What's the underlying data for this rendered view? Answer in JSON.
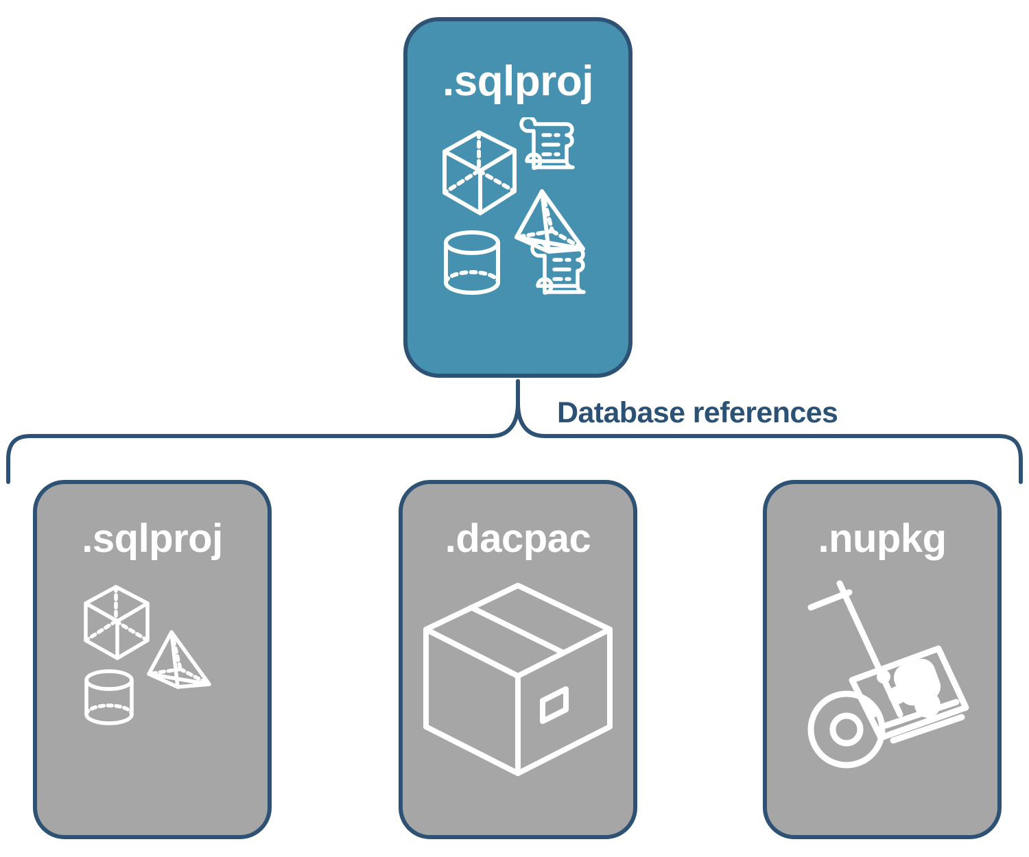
{
  "diagram": {
    "title": "SQL project database references",
    "accent_blue": "#4690b0",
    "gray": "#a6a6a6",
    "navy": "#2e5274",
    "white": "#ffffff"
  },
  "top_node": {
    "label": ".sqlproj",
    "icon": "db-objects-icon",
    "fill": "#4690b0"
  },
  "connector": {
    "label": "Database references",
    "style": "curly-brace",
    "color": "#2e5274"
  },
  "children": [
    {
      "label": ".sqlproj",
      "icon": "db-objects-icon",
      "fill": "#a6a6a6"
    },
    {
      "label": ".dacpac",
      "icon": "package-box-icon",
      "fill": "#a6a6a6"
    },
    {
      "label": ".nupkg",
      "icon": "hand-truck-icon",
      "fill": "#a6a6a6"
    }
  ]
}
